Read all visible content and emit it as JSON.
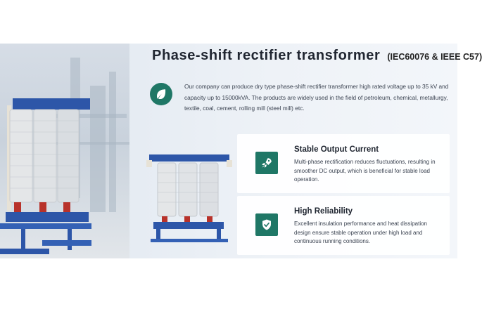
{
  "header": {
    "title": "Phase-shift rectifier transformer",
    "standard": "(IEC60076 & IEEE C57)"
  },
  "intro": {
    "icon": "leaf-icon",
    "text": "Our company can produce dry type phase-shift rectifier transformer high rated voltage up to 35 kV and capacity up to 15000kVA. The products are widely used in the field of petroleum, chemical, metallurgy, textile, coal, cement, rolling mill (steel mill) etc."
  },
  "features": [
    {
      "icon": "rocket-icon",
      "title": "Stable Output Current",
      "text": "Multi-phase rectification reduces fluctuations, resulting in smoother DC output, which is beneficial for stable load operation."
    },
    {
      "icon": "shield-check-icon",
      "title": "High Reliability",
      "text": "Excellent insulation performance and heat dissipation design ensure stable operation under high load and continuous running conditions."
    }
  ],
  "colors": {
    "accent": "#1f7766",
    "frame_blue": "#2d56a8",
    "insulator_red": "#b8322a"
  }
}
